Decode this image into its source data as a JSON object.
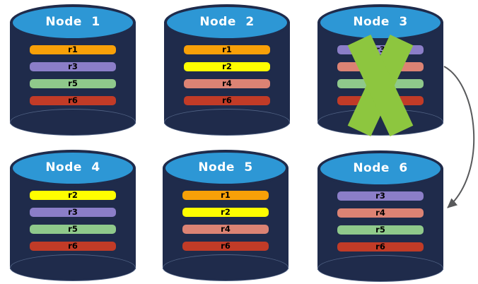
{
  "palette": {
    "cylinder_body": "#1F2B4B",
    "cylinder_top_fill": "#2D97D5",
    "node_label_color": "#FFFFFF",
    "replica_label_color": "#000000",
    "failure_x_color": "#8DC63F",
    "arrow_color": "#58595B"
  },
  "nodes": [
    {
      "name": "Node 1",
      "failed": false,
      "replicas": [
        {
          "label": "r1",
          "color": "#F8A008"
        },
        {
          "label": "r3",
          "color": "#8B7EC8"
        },
        {
          "label": "r5",
          "color": "#8FC98B"
        },
        {
          "label": "r6",
          "color": "#C13B27"
        }
      ]
    },
    {
      "name": "Node 2",
      "failed": false,
      "replicas": [
        {
          "label": "r1",
          "color": "#F8A008"
        },
        {
          "label": "r2",
          "color": "#FEFE00"
        },
        {
          "label": "r4",
          "color": "#DC8374"
        },
        {
          "label": "r6",
          "color": "#C13B27"
        }
      ]
    },
    {
      "name": "Node 3",
      "failed": true,
      "replicas": [
        {
          "label": "r3",
          "color": "#8B7EC8"
        },
        {
          "label": "",
          "color": "#DC8374"
        },
        {
          "label": "",
          "color": "#8FC98B"
        },
        {
          "label": "",
          "color": "#C13B27"
        }
      ]
    },
    {
      "name": "Node 4",
      "failed": false,
      "replicas": [
        {
          "label": "r2",
          "color": "#FEFE00"
        },
        {
          "label": "r3",
          "color": "#8B7EC8"
        },
        {
          "label": "r5",
          "color": "#8FC98B"
        },
        {
          "label": "r6",
          "color": "#C13B27"
        }
      ]
    },
    {
      "name": "Node 5",
      "failed": false,
      "replicas": [
        {
          "label": "r1",
          "color": "#F8A008"
        },
        {
          "label": "r2",
          "color": "#FEFE00"
        },
        {
          "label": "r4",
          "color": "#DC8374"
        },
        {
          "label": "r6",
          "color": "#C13B27"
        }
      ]
    },
    {
      "name": "Node 6",
      "failed": false,
      "replicas": [
        {
          "label": "r3",
          "color": "#8B7EC8"
        },
        {
          "label": "r4",
          "color": "#DC8374"
        },
        {
          "label": "r5",
          "color": "#8FC98B"
        },
        {
          "label": "r6",
          "color": "#C13B27"
        }
      ]
    }
  ],
  "connector": {
    "from": "Node 3",
    "to": "Node 6",
    "style": "curved-arrow"
  }
}
